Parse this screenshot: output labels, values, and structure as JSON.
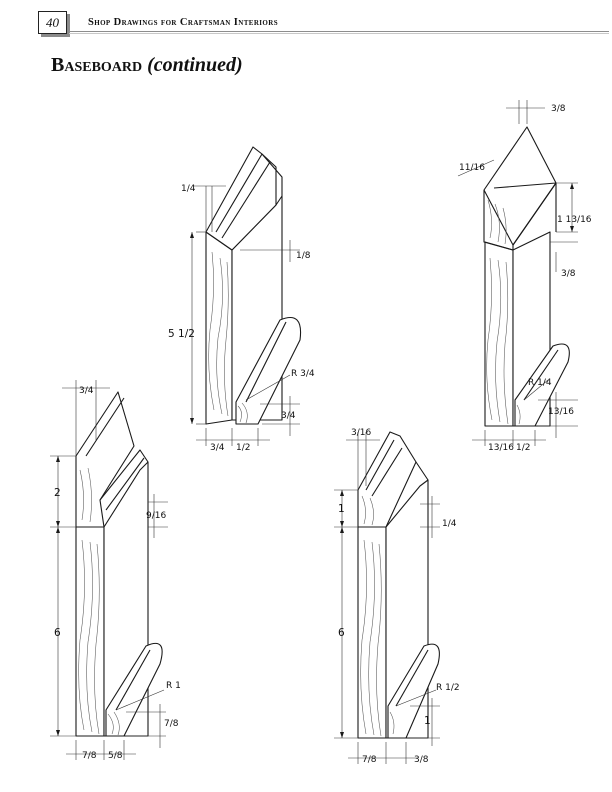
{
  "header": {
    "page_number": "40",
    "running_title": "Shop Drawings for Craftsman Interiors"
  },
  "section": {
    "title": "Baseboard",
    "title_suffix": "(continued)"
  },
  "drawings": {
    "top_center": {
      "cap_width": "1/4",
      "bead_step": "1/8",
      "board_height": "5 1/2",
      "shoe_radius": "R 3/4",
      "shoe_height": "3/4",
      "board_thickness": "3/4",
      "shoe_width": "1/2"
    },
    "top_right": {
      "cap_top": "3/8",
      "cap_slope": "11/16",
      "cap_height": "1 13/16",
      "cap_offset": "3/8",
      "shoe_radius": "R 1/4",
      "shoe_height": "13/16",
      "board_thickness": "13/16",
      "shoe_width": "1/2"
    },
    "bottom_left": {
      "cap_top": "3/4",
      "cap_height": "2",
      "bead_step": "9/16",
      "board_height": "6",
      "shoe_radius": "R 1",
      "shoe_height": "7/8",
      "board_thickness": "7/8",
      "shoe_width": "5/8"
    },
    "bottom_center": {
      "cap_top": "3/16",
      "cap_height": "1",
      "bead_step": "1/4",
      "board_height": "6",
      "shoe_radius": "R 1/2",
      "shoe_height": "1",
      "board_thickness": "7/8",
      "shoe_width": "3/8"
    }
  }
}
